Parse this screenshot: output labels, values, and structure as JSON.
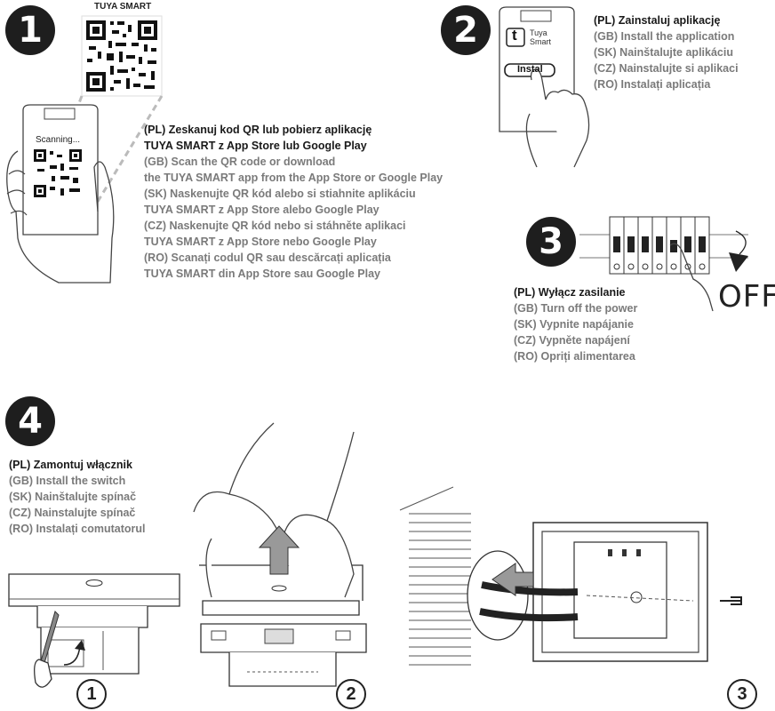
{
  "steps": {
    "s1": {
      "number": "1",
      "qr_caption": "TUYA SMART",
      "phone_text": "Scanning...",
      "lines": [
        {
          "text": "(PL) Zeskanuj kod QR lub pobierz aplikację",
          "lang": "pl"
        },
        {
          "text": "TUYA SMART z App Store lub Google Play",
          "lang": "pl"
        },
        {
          "text": "(GB) Scan the QR code or download",
          "lang": "other"
        },
        {
          "text": "the TUYA SMART app from the App Store or Google Play",
          "lang": "other"
        },
        {
          "text": "(SK) Naskenujte QR kód alebo si stiahnite aplikáciu",
          "lang": "other"
        },
        {
          "text": "TUYA SMART z App Store alebo Google Play",
          "lang": "other"
        },
        {
          "text": "(CZ) Naskenujte QR kód nebo si stáhněte aplikaci",
          "lang": "other"
        },
        {
          "text": "TUYA SMART z App Store nebo Google Play",
          "lang": "other"
        },
        {
          "text": "(RO) Scanați codul QR sau descărcați aplicația",
          "lang": "other"
        },
        {
          "text": "TUYA SMART din App Store sau Google Play",
          "lang": "other"
        }
      ]
    },
    "s2": {
      "number": "2",
      "app_name_line1": "Tuya",
      "app_name_line2": "Smart",
      "app_logo_letter": "t",
      "install_button": "Instal",
      "lines": [
        {
          "text": "(PL) Zainstaluj aplikację",
          "lang": "pl"
        },
        {
          "text": "(GB) Install the application",
          "lang": "other"
        },
        {
          "text": "(SK) Nainštalujte aplikáciu",
          "lang": "other"
        },
        {
          "text": "(CZ) Nainstalujte si aplikaci",
          "lang": "other"
        },
        {
          "text": "(RO) Instalați aplicația",
          "lang": "other"
        }
      ]
    },
    "s3": {
      "number": "3",
      "off_label": "OFF",
      "lines": [
        {
          "text": "(PL) Wyłącz zasilanie",
          "lang": "pl"
        },
        {
          "text": "(GB) Turn off the power",
          "lang": "other"
        },
        {
          "text": "(SK) Vypnite napájanie",
          "lang": "other"
        },
        {
          "text": "(CZ) Vypněte napájení",
          "lang": "other"
        },
        {
          "text": "(RO) Opriți alimentarea",
          "lang": "other"
        }
      ]
    },
    "s4": {
      "number": "4",
      "lines": [
        {
          "text": "(PL) Zamontuj włącznik",
          "lang": "pl"
        },
        {
          "text": "(GB) Install the switch",
          "lang": "other"
        },
        {
          "text": "(SK) Nainštalujte spínač",
          "lang": "other"
        },
        {
          "text": "(CZ) Nainstalujte spínač",
          "lang": "other"
        },
        {
          "text": "(RO) Instalați comutatorul",
          "lang": "other"
        }
      ],
      "substeps": [
        "1",
        "2",
        "3"
      ]
    }
  },
  "colors": {
    "primary_text": "#1a1a1a",
    "secondary_text": "#7a7a7a",
    "badge": "#1e1e1e"
  }
}
